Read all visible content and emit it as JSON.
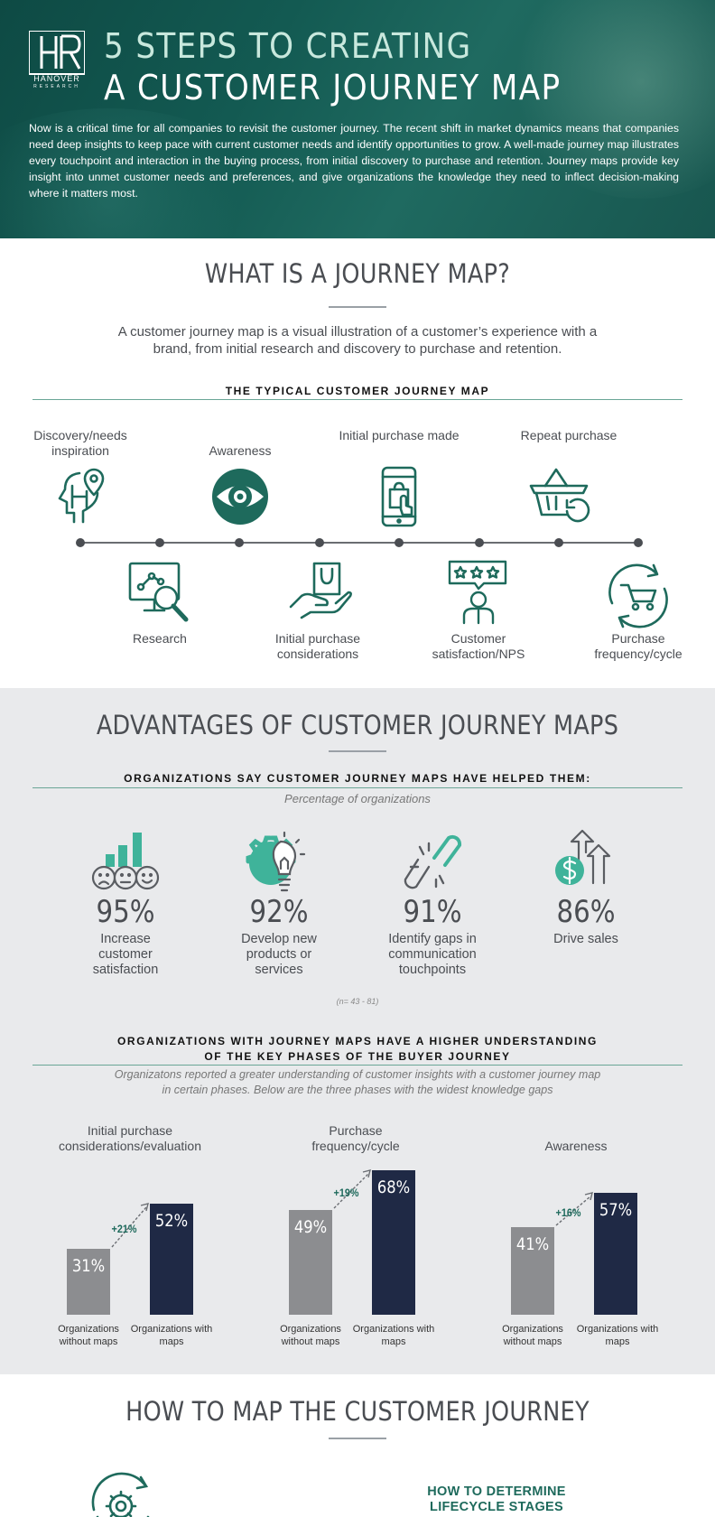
{
  "hero": {
    "logo_letters": "HR",
    "logo_name": "HANOVER",
    "logo_sub": "RESEARCH",
    "title_line1": "5 STEPS TO CREATING",
    "title_line2": "A CUSTOMER JOURNEY MAP",
    "intro": "Now is a critical time for all companies to revisit the customer journey. The recent shift in market dynamics means that companies need deep insights to keep pace with current customer needs and identify opportunities to grow. A well-made journey map illustrates every touchpoint and interaction in the buying process, from initial discovery to purchase and retention. Journey maps provide key insight into unmet customer needs and preferences, and give organizations the knowledge they need to inflect decision-making where it matters most."
  },
  "what": {
    "title": "WHAT IS A JOURNEY MAP?",
    "para": "A customer journey map is a visual illustration of a customer’s experience with a brand, from initial research and discovery to purchase and retention.",
    "map_heading": "THE TYPICAL CUSTOMER JOURNEY MAP",
    "top_steps": [
      {
        "label": "Discovery/needs inspiration",
        "icon": "head-location-icon"
      },
      {
        "label": "Awareness",
        "icon": "eye-icon"
      },
      {
        "label": "Initial purchase made",
        "icon": "phone-touch-icon"
      },
      {
        "label": "Repeat purchase",
        "icon": "basket-refresh-icon"
      }
    ],
    "bottom_steps": [
      {
        "label": "Research",
        "icon": "monitor-search-icon"
      },
      {
        "label": "Initial purchase considerations",
        "icon": "hand-bag-icon"
      },
      {
        "label": "Customer satisfaction/NPS",
        "icon": "rating-person-icon"
      },
      {
        "label": "Purchase frequency/cycle",
        "icon": "cart-cycle-icon"
      }
    ]
  },
  "advantages": {
    "title": "ADVANTAGES OF CUSTOMER JOURNEY MAPS",
    "heading": "ORGANIZATIONS SAY CUSTOMER JOURNEY MAPS HAVE HELPED THEM:",
    "subnote": "Percentage of organizations",
    "stats": [
      {
        "value": "95%",
        "label": "Increase customer satisfaction",
        "icon": "satisfaction-chart-icon"
      },
      {
        "value": "92%",
        "label": "Develop new products or services",
        "icon": "gear-bulb-icon"
      },
      {
        "value": "91%",
        "label": "Identify gaps in communication touchpoints",
        "icon": "broken-link-icon"
      },
      {
        "value": "86%",
        "label": "Drive sales",
        "icon": "dollar-growth-icon"
      }
    ],
    "sample_note": "(n= 43 - 81)",
    "phases_heading_line1": "ORGANIZATIONS WITH JOURNEY MAPS HAVE A HIGHER UNDERSTANDING",
    "phases_heading_line2": "OF THE KEY PHASES OF THE BUYER JOURNEY",
    "phases_note_line1": "Organizatons reported a greater understanding of customer insights with a customer journey map",
    "phases_note_line2": "in certain phases. Below are the three phases with the widest knowledge gaps",
    "bar_labels": {
      "without": "Organizations without maps",
      "with": "Organizations with maps"
    }
  },
  "chart_data": {
    "type": "bar",
    "categories": [
      "Initial purchase considerations/evaluation",
      "Purchase frequency/cycle",
      "Awareness"
    ],
    "series": [
      {
        "name": "Organizations without maps",
        "values": [
          31,
          49,
          41
        ]
      },
      {
        "name": "Organizations with maps",
        "values": [
          52,
          68,
          57
        ]
      }
    ],
    "value_labels": {
      "without": [
        "31%",
        "49%",
        "41%"
      ],
      "with": [
        "52%",
        "68%",
        "57%"
      ]
    },
    "deltas": [
      "+21%",
      "+19%",
      "+16%"
    ],
    "colors": {
      "without": "#8c8d90",
      "with": "#1f2945",
      "delta": "#1e6a5c"
    },
    "ylim": [
      0,
      100
    ]
  },
  "how": {
    "title": "HOW TO MAP THE CUSTOMER JOURNEY",
    "step_heading": "HOW TO DETERMINE LIFECYCLE STAGES"
  },
  "colors": {
    "teal": "#1e6a5c",
    "hero": "#135a52",
    "navy": "#1f2945",
    "grey_bar": "#8c8d90",
    "panel": "#e9eaec"
  }
}
